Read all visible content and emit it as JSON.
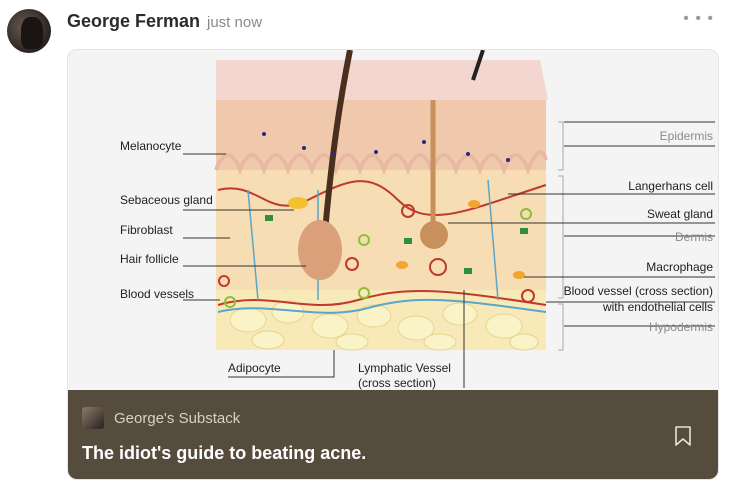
{
  "post": {
    "author": "George Ferman",
    "time": "just now",
    "more_icon": "more-icon"
  },
  "card": {
    "publication": "George's Substack",
    "title": "The idiot's guide to beating acne."
  },
  "figure": {
    "left_labels": [
      "Melanocyte",
      "Sebaceous gland",
      "Fibroblast",
      "Hair follicle",
      "Blood vessels"
    ],
    "right_labels": [
      "Langerhans cell",
      "Sweat gland",
      "Macrophage",
      "Blood vessel (cross section)",
      "with endothelial cells"
    ],
    "layers": [
      "Epidermis",
      "Dermis",
      "Hypodermis"
    ],
    "bottom_labels": [
      "Adipocyte",
      "Lymphatic Vessel",
      "(cross section)"
    ]
  }
}
